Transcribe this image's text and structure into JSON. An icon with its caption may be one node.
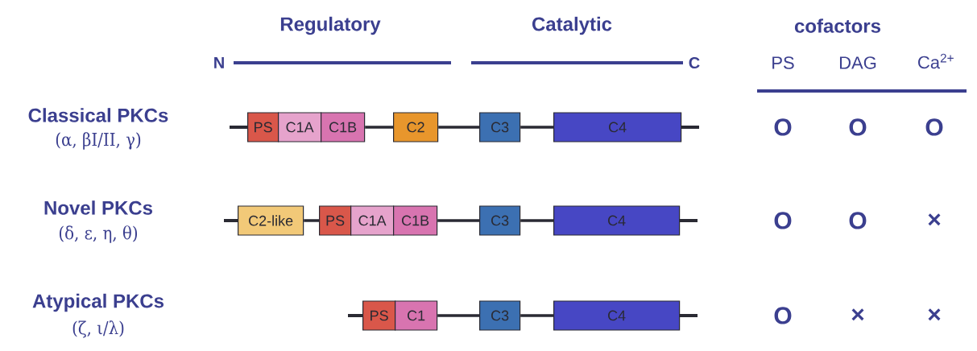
{
  "diagram": {
    "nodes": [
      {
        "text": [
          "PS"
        ]
      },
      {
        "text": [
          "C1A"
        ]
      },
      {
        "text": [
          "C1B"
        ]
      },
      {
        "text": [
          "C2"
        ]
      },
      {
        "text": [
          "C3"
        ]
      },
      {
        "text": [
          "C4"
        ]
      },
      {
        "text": [
          "C2-like"
        ]
      },
      {
        "text": [
          "PS"
        ]
      },
      {
        "text": [
          "C1A"
        ]
      },
      {
        "text": [
          "C1B"
        ]
      },
      {
        "text": [
          "C3"
        ]
      },
      {
        "text": [
          "C4"
        ]
      },
      {
        "text": [
          "PS"
        ]
      },
      {
        "text": [
          "C1"
        ]
      },
      {
        "text": [
          "C3"
        ]
      },
      {
        "text": [
          "C4"
        ]
      }
    ],
    "edges": [
      {
        "from": 2,
        "to": 3,
        "arrow": "none"
      },
      {
        "from": 3,
        "to": 4,
        "arrow": "none"
      },
      {
        "from": 4,
        "to": 5,
        "arrow": "none"
      },
      {
        "from": 6,
        "to": 7,
        "arrow": "none"
      },
      {
        "from": 9,
        "to": 10,
        "arrow": "none"
      },
      {
        "from": 10,
        "to": 11,
        "arrow": "none"
      },
      {
        "from": 13,
        "to": 14,
        "arrow": "none"
      },
      {
        "from": 14,
        "to": 15,
        "arrow": "none"
      }
    ],
    "labels": [
      "Regulatory",
      "Catalytic",
      "cofactors",
      "N",
      "C",
      "PS",
      "DAG",
      "Ca$^{2+}$",
      "Classical PKCs",
      "(α, βI/II, γ)",
      "O",
      "O",
      "O",
      "Novel PKCs",
      "(δ, ε, η, θ)",
      "O",
      "O",
      "×",
      "Atypical PKCs",
      "(ζ, ι/λ)",
      "O",
      "×",
      "×"
    ]
  }
}
